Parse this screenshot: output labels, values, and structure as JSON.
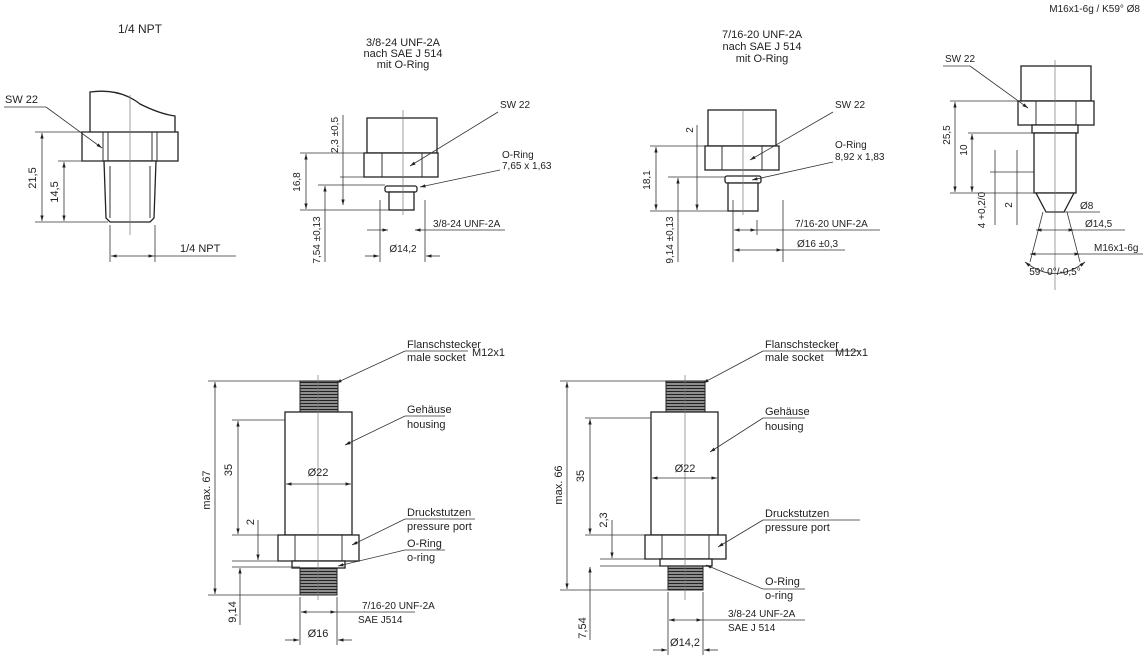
{
  "drawing_npt": {
    "title": "1/4 NPT",
    "sw": "SW 22",
    "dim_total": "21,5",
    "dim_thread": "14,5",
    "thread_label": "1/4 NPT"
  },
  "drawing_38": {
    "title": [
      "3/8-24 UNF-2A",
      "nach SAE J 514",
      "mit O-Ring"
    ],
    "sw": "SW 22",
    "oring": [
      "O-Ring",
      "7,65 x 1,63"
    ],
    "dim_top": "2,3 ±0,5",
    "dim_total": "16,8",
    "dim_thread": "7,54 ±0,13",
    "thread_label": "3/8-24 UNF-2A",
    "diameter": "Ø14,2"
  },
  "drawing_716": {
    "title": [
      "7/16-20 UNF-2A",
      "nach SAE J 514",
      "mit O-Ring"
    ],
    "sw": "SW 22",
    "oring": [
      "O-Ring",
      "8,92 x 1,83"
    ],
    "dim_top": "2",
    "dim_total": "18,1",
    "dim_thread": "9,14 ±0,13",
    "thread_label": "7/16-20 UNF-2A",
    "diameter": "Ø16 ±0,3"
  },
  "drawing_m16": {
    "title": "M16x1-6g / K59° Ø8",
    "sw": "SW 22",
    "dim_total": "25,5",
    "dim_thread": "10",
    "dim_cone": "4 +0,2/0",
    "dim_2": "2",
    "d8": "Ø8",
    "d145": "Ø14,5",
    "thread_label": "M16x1-6g",
    "angle": "59° 0°/-0,5°"
  },
  "sensor_a": {
    "connector": [
      "Flanschstecker",
      "male socket"
    ],
    "connector_thread": "M12x1",
    "housing": [
      "Gehäuse",
      "housing"
    ],
    "port": [
      "Druckstutzen",
      "pressure port"
    ],
    "oring": [
      "O-Ring",
      "o-ring"
    ],
    "dim_max": "max. 67",
    "dim_housing": "35",
    "dim_hex": "2",
    "dim_thread": "9,14",
    "housing_d": "Ø22",
    "thread": [
      "7/16-20 UNF-2A",
      "SAE J514"
    ],
    "thread_d": "Ø16"
  },
  "sensor_b": {
    "connector": [
      "Flanschstecker",
      "male socket"
    ],
    "connector_thread": "M12x1",
    "housing": [
      "Gehäuse",
      "housing"
    ],
    "port": [
      "Druckstutzen",
      "pressure port"
    ],
    "oring": [
      "O-Ring",
      "o-ring"
    ],
    "dim_max": "max. 66",
    "dim_housing": "35",
    "dim_hex": "2,3",
    "dim_thread": "7,54",
    "housing_d": "Ø22",
    "thread": [
      "3/8-24 UNF-2A",
      "SAE J 514"
    ],
    "thread_d": "Ø14,2"
  }
}
